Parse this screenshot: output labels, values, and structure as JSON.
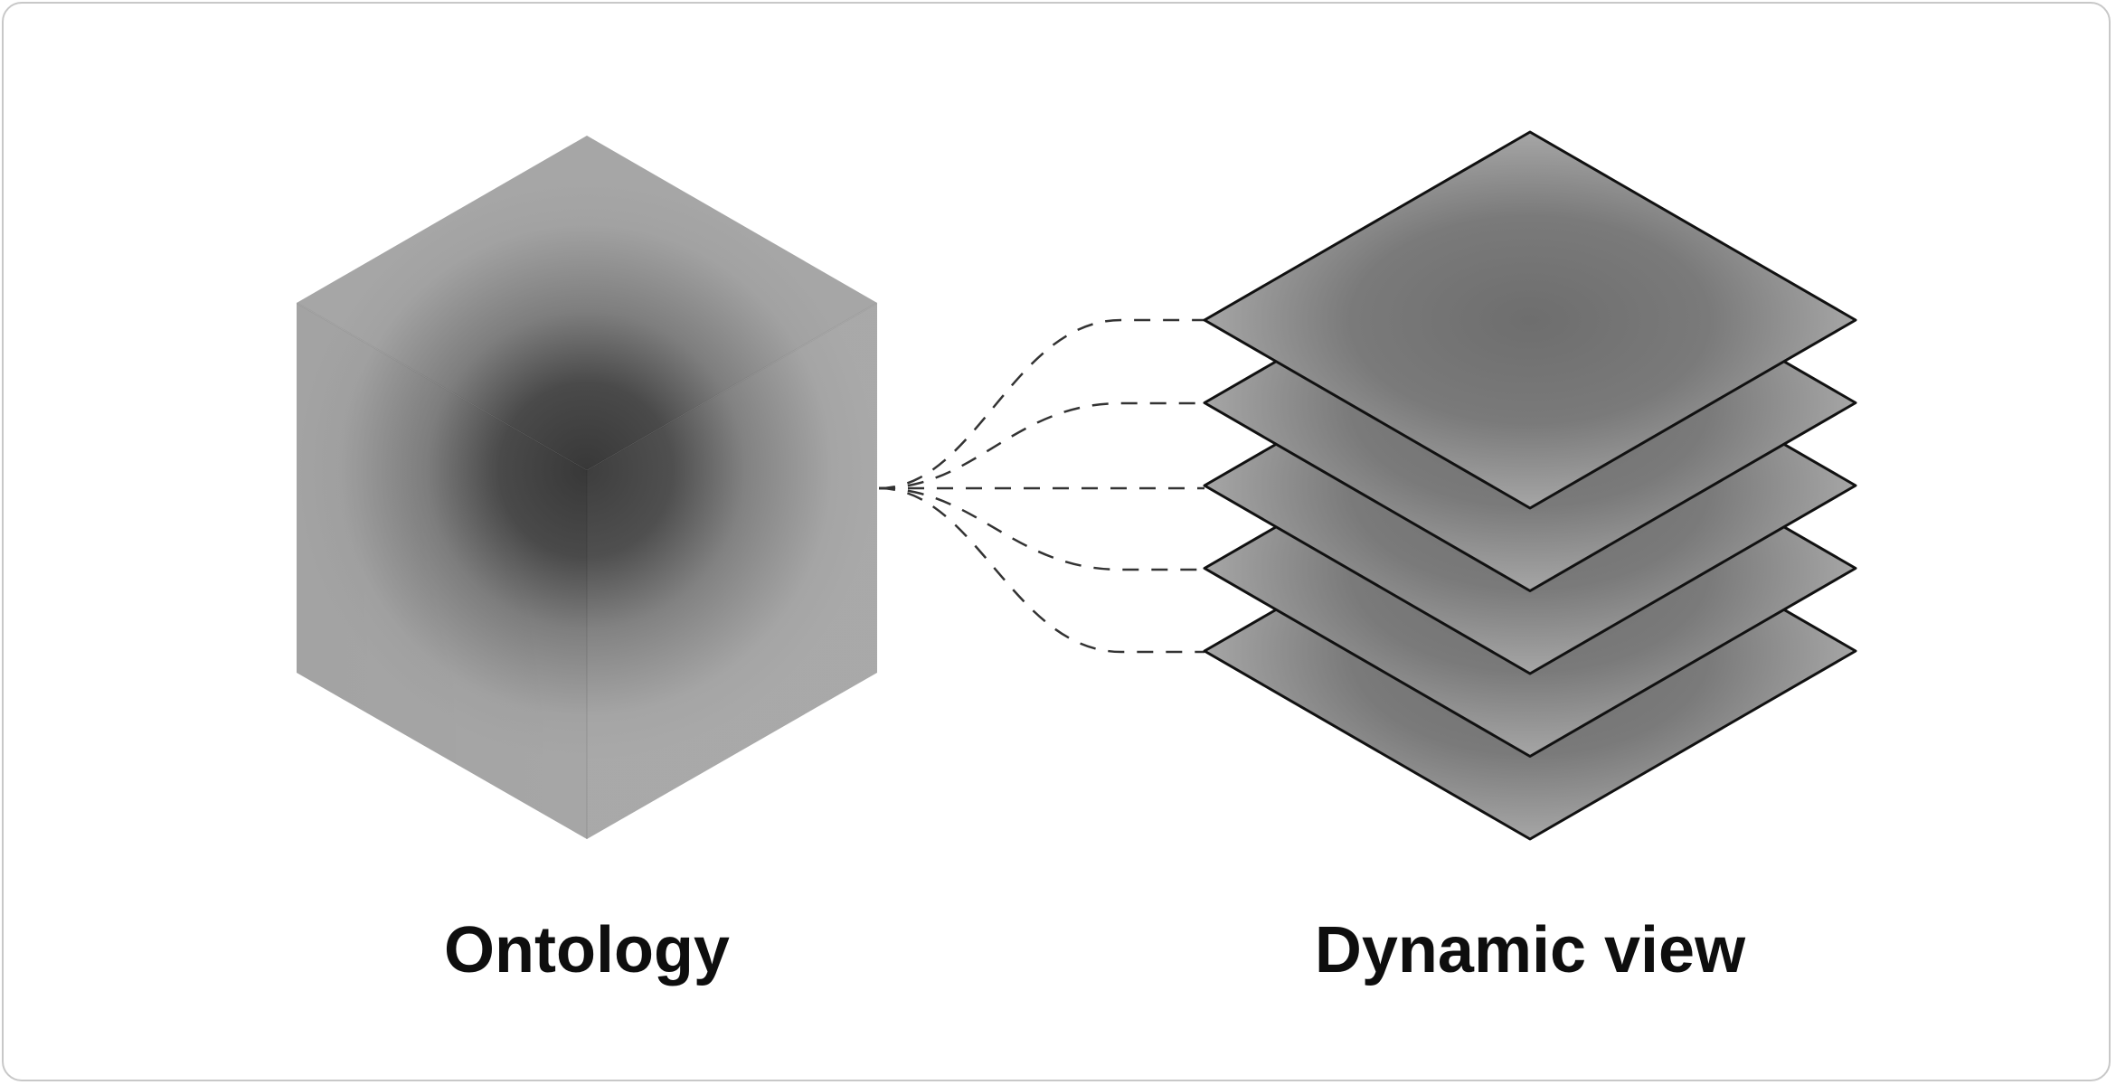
{
  "labels": {
    "left": "Ontology",
    "right": "Dynamic view"
  },
  "icons": {
    "left": "cube-icon",
    "right": "stacked-layers-icon"
  },
  "layer_count": 5,
  "colors": {
    "frame_border": "#c8c8c8",
    "cube_face": "#a4a4a4",
    "cube_core": "#3a3a3a",
    "layer_fill": "#a6a6a6",
    "layer_dark": "#6c6c6c",
    "outline": "#111111",
    "connector": "#333333",
    "text": "#0e0e0e"
  }
}
